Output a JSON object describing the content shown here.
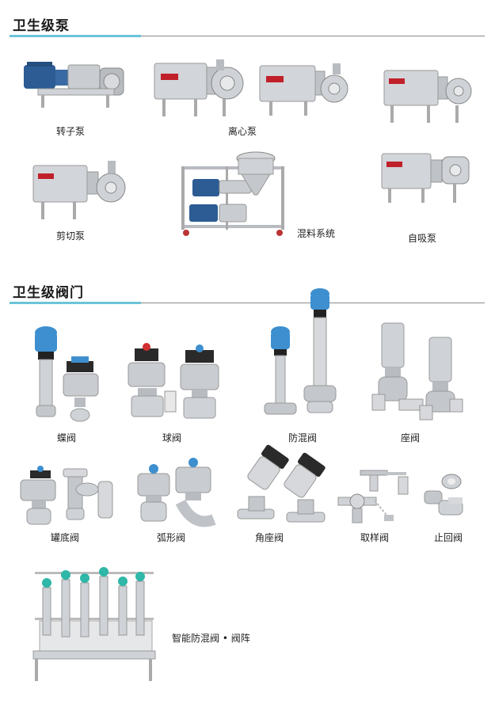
{
  "sections": [
    {
      "title": "卫生级泵",
      "products": [
        {
          "name": "转子泵"
        },
        {
          "name": "离心泵"
        },
        {
          "name": "剪切泵"
        },
        {
          "name": "混料系统"
        },
        {
          "name": "自吸泵"
        }
      ]
    },
    {
      "title": "卫生级阀门",
      "products": [
        {
          "name": "蝶阀"
        },
        {
          "name": "球阀"
        },
        {
          "name": "防混阀"
        },
        {
          "name": "座阀"
        },
        {
          "name": "罐底阀"
        },
        {
          "name": "弧形阀"
        },
        {
          "name": "角座阀"
        },
        {
          "name": "取样阀"
        },
        {
          "name": "止回阀"
        },
        {
          "name": "智能防混阀 • 阀阵"
        }
      ]
    }
  ],
  "colors": {
    "accent_rule": "#6cc4d8",
    "steel": "#c9ccd0",
    "motor_blue": "#2c5c93",
    "actuator_blue": "#3d8fcf"
  }
}
